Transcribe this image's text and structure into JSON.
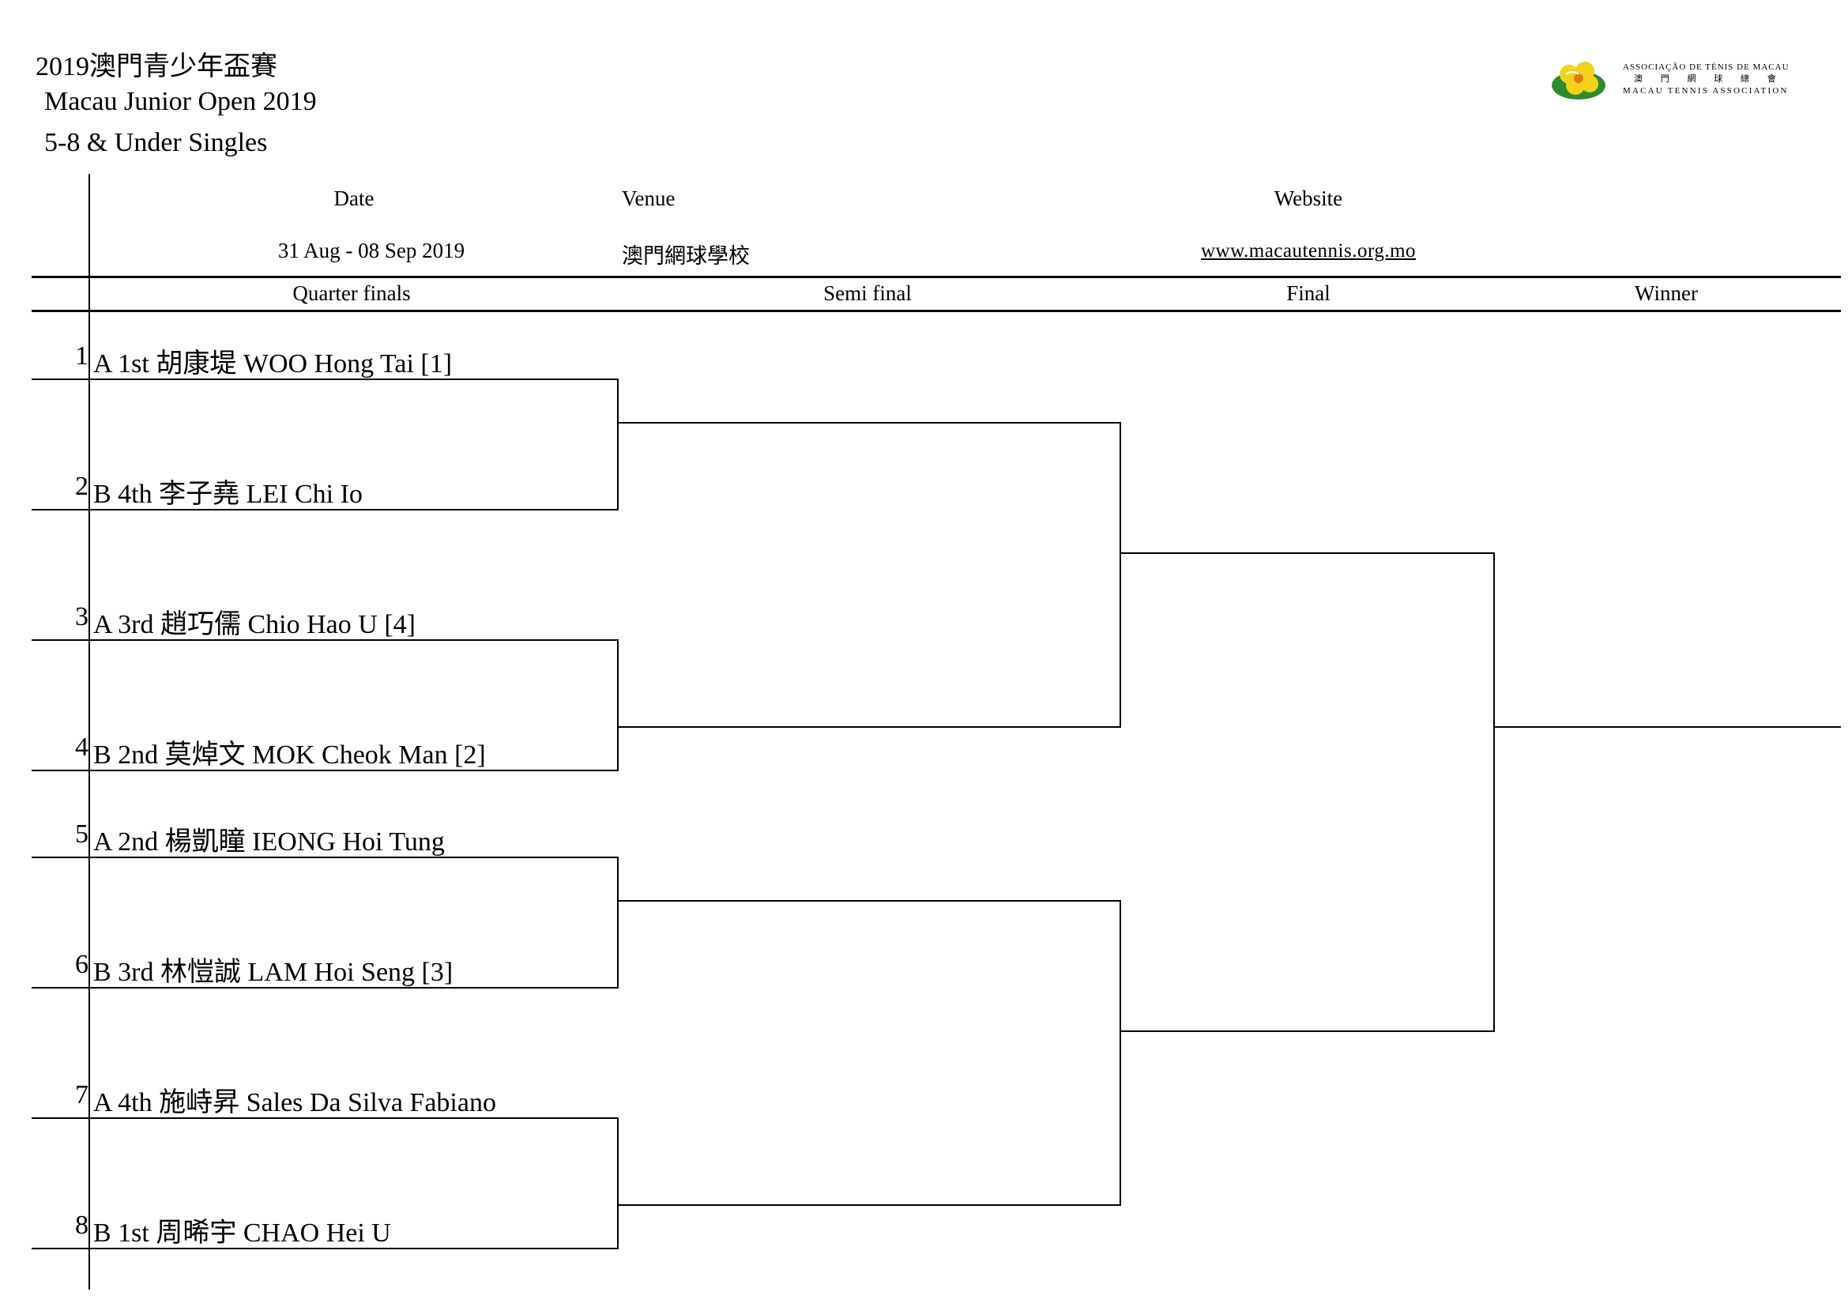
{
  "header": {
    "title_cn": "2019澳門青少年盃賽",
    "title_en": "Macau Junior Open 2019",
    "event": "5-8 & Under Singles"
  },
  "logo": {
    "org_pt": "ASSOCIAÇÃO DE TÉNIS DE MACAU",
    "org_cn": "澳 門 網 球 總 會",
    "org_en": "MACAU TENNIS ASSOCIATION",
    "icon": "tennis-ball-flower-emblem"
  },
  "info": {
    "date_label": "Date",
    "date_value": "31 Aug - 08 Sep 2019",
    "venue_label": "Venue",
    "venue_value": "澳門網球學校",
    "website_label": "Website",
    "website_value": "www.macautennis.org.mo"
  },
  "rounds": {
    "quarter": "Quarter finals",
    "semi": "Semi final",
    "final": "Final",
    "winner": "Winner"
  },
  "players": [
    {
      "seed": "1",
      "text": "A 1st 胡康堤 WOO Hong Tai [1]"
    },
    {
      "seed": "2",
      "text": "B 4th 李子堯 LEI Chi Io"
    },
    {
      "seed": "3",
      "text": "A 3rd 趙巧儒 Chio Hao U [4]"
    },
    {
      "seed": "4",
      "text": "B 2nd 莫焯文 MOK Cheok Man [2]"
    },
    {
      "seed": "5",
      "text": "A 2nd 楊凱瞳 IEONG Hoi Tung"
    },
    {
      "seed": "6",
      "text": "B 3rd 林愷誠 LAM Hoi Seng [3]"
    },
    {
      "seed": "7",
      "text": "A 4th 施峙昇 Sales Da Silva Fabiano"
    },
    {
      "seed": "8",
      "text": "B 1st 周晞宇 CHAO Hei U"
    }
  ]
}
